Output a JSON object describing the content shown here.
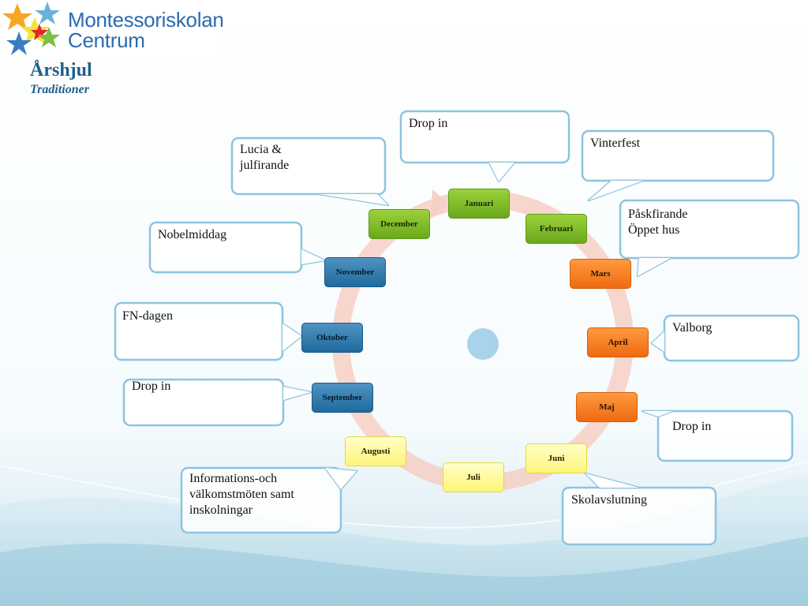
{
  "logo": {
    "text_line1": "Montessoriskolan",
    "text_line2": "Centrum"
  },
  "header": {
    "title": "Årshjul",
    "subtitle": "Traditioner"
  },
  "months": [
    {
      "key": "januari",
      "label": "Januari",
      "color": "green"
    },
    {
      "key": "februari",
      "label": "Februari",
      "color": "green"
    },
    {
      "key": "mars",
      "label": "Mars",
      "color": "orange"
    },
    {
      "key": "april",
      "label": "April",
      "color": "orange"
    },
    {
      "key": "maj",
      "label": "Maj",
      "color": "orange"
    },
    {
      "key": "juni",
      "label": "Juni",
      "color": "yellow"
    },
    {
      "key": "juli",
      "label": "Juli",
      "color": "yellow"
    },
    {
      "key": "augusti",
      "label": "Augusti",
      "color": "yellow"
    },
    {
      "key": "september",
      "label": "September",
      "color": "blue"
    },
    {
      "key": "oktober",
      "label": "Oktober",
      "color": "blue"
    },
    {
      "key": "november",
      "label": "November",
      "color": "blue"
    },
    {
      "key": "december",
      "label": "December",
      "color": "green"
    }
  ],
  "callouts": {
    "januari": "Drop in",
    "februari": "Vinterfest",
    "mars": "Påskfirande\nÖppet hus",
    "april": "Valborg",
    "maj": "Drop in",
    "juni": "Skolavslutning",
    "augusti": "Informations-och\nvälkomstmöten samt\ninskolningar",
    "september": "Drop in",
    "oktober": "FN-dagen",
    "november": "Nobelmiddag",
    "december": "Lucia &\njulfirande"
  },
  "colors": {
    "green": "#7cbd28",
    "orange": "#f47a1f",
    "yellow": "#fff47a",
    "blue": "#2a78ad",
    "ring": "#f6cfc4",
    "center_dot": "#a9d3ea",
    "callout_border": "#8cc4e0",
    "title": "#1f5f8b"
  }
}
